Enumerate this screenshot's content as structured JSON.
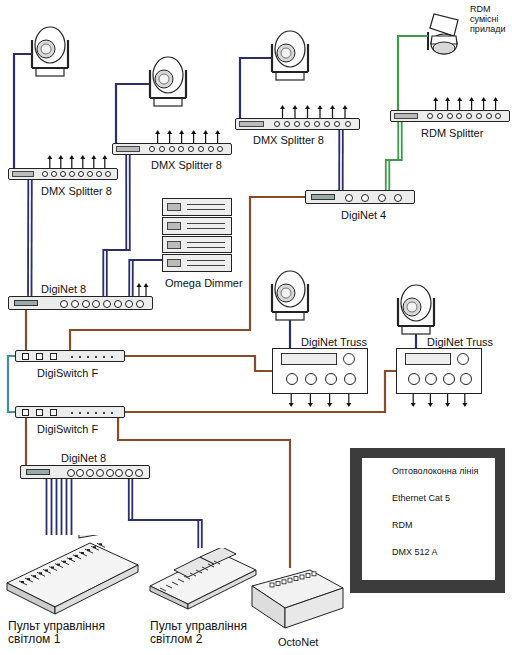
{
  "diagram": {
    "nodes": [
      {
        "text": [
          "DMX Splitter 8"
        ]
      },
      {
        "text": [
          "DMX Splitter 8"
        ]
      },
      {
        "text": [
          "DMX Splitter 8"
        ]
      },
      {
        "text": [
          "RDM Splitter"
        ]
      },
      {
        "text": [
          "DigiNet 4"
        ]
      },
      {
        "text": [
          "Omega Dimmer"
        ]
      },
      {
        "text": [
          "DigiNet 8"
        ]
      },
      {
        "text": [
          "DigiSwitch F"
        ]
      },
      {
        "text": [
          "DigiNet Truss"
        ]
      },
      {
        "text": [
          "DigiNet Truss"
        ]
      },
      {
        "text": [
          "DigiSwitch F"
        ]
      },
      {
        "text": [
          "DigiNet 8"
        ]
      },
      {
        "text": [
          "Пульт управління світлом 1"
        ]
      },
      {
        "text": [
          "Пульт управління світлом 2"
        ]
      },
      {
        "text": [
          "OctoNet"
        ]
      }
    ],
    "edges": [
      {
        "from": 6,
        "to": 0,
        "arrow": "none"
      },
      {
        "from": 6,
        "to": 1,
        "arrow": "none"
      },
      {
        "from": 6,
        "to": 5,
        "arrow": "none"
      },
      {
        "from": 4,
        "to": 2,
        "arrow": "none"
      },
      {
        "from": 4,
        "to": 3,
        "arrow": "none"
      },
      {
        "from": 7,
        "to": 6,
        "arrow": "none"
      },
      {
        "from": 7,
        "to": 4,
        "arrow": "none"
      },
      {
        "from": 7,
        "to": 8,
        "arrow": "none"
      },
      {
        "from": 7,
        "to": 10,
        "arrow": "none"
      },
      {
        "from": 10,
        "to": 9,
        "arrow": "none"
      },
      {
        "from": 10,
        "to": 11,
        "arrow": "none"
      },
      {
        "from": 10,
        "to": 14,
        "arrow": "none"
      },
      {
        "from": 11,
        "to": 12,
        "arrow": "none"
      },
      {
        "from": 11,
        "to": 13,
        "arrow": "none"
      }
    ],
    "labels": [
      "RDM сумісні прилади"
    ],
    "legend": [
      {
        "text": "Оптоволоконна лінія"
      },
      {
        "text": "Ethernet Cat 5"
      },
      {
        "text": "RDM"
      },
      {
        "text": "DMX 512 A"
      }
    ]
  }
}
